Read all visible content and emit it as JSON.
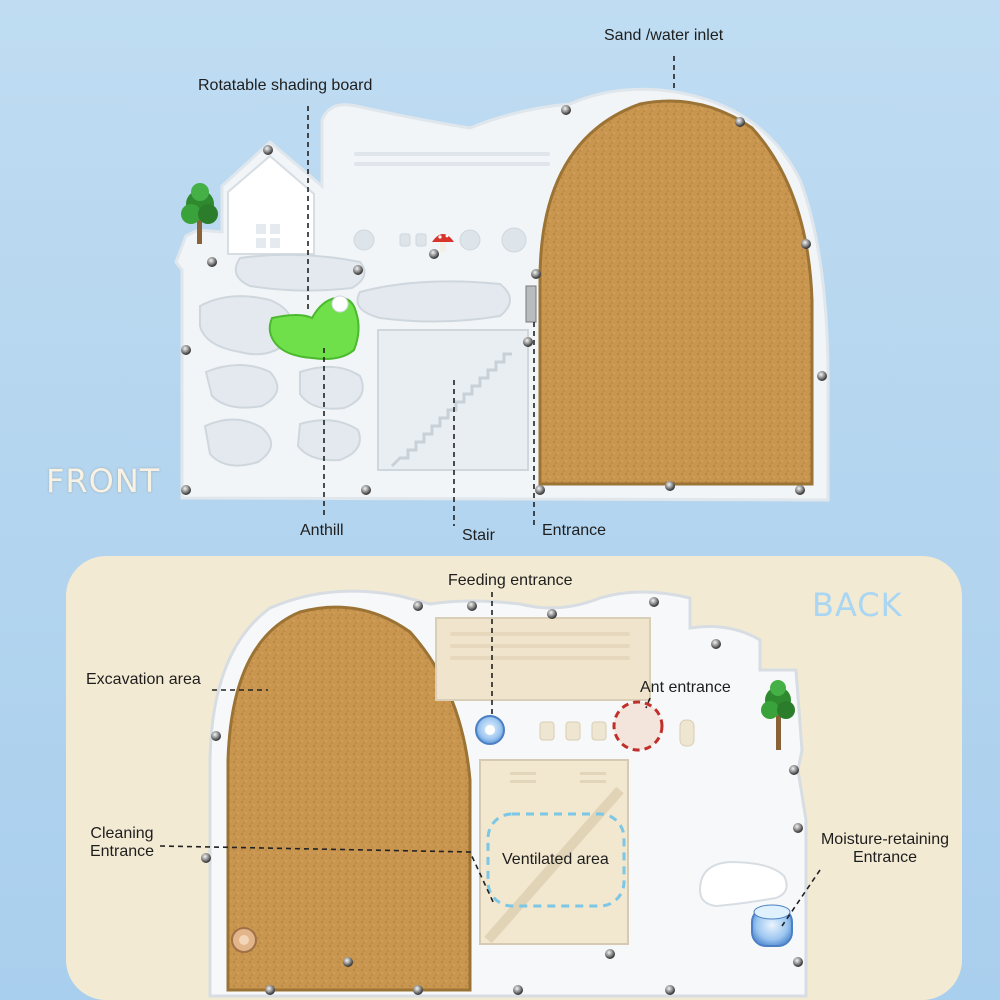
{
  "front": {
    "side_label": "FRONT",
    "callouts": {
      "sand_inlet": "Sand /water inlet",
      "shading_board": "Rotatable shading board",
      "anthill": "Anthill",
      "stair": "Stair",
      "entrance": "Entrance"
    }
  },
  "back": {
    "side_label": "BACK",
    "callouts": {
      "feeding_entrance": "Feeding entrance",
      "excavation_area": "Excavation area",
      "ant_entrance": "Ant entrance",
      "cleaning_line1": "Cleaning",
      "cleaning_line2": "Entrance",
      "ventilated_area": "Ventilated area",
      "moisture_line1": "Moisture-retaining",
      "moisture_line2": "Entrance"
    }
  },
  "colors": {
    "background_blue": "#b4d5ef",
    "back_panel_cream": "#f3ead3",
    "sand": "#c9964f",
    "acrylic": "#f2f5f7",
    "shading_board_green": "#6fe04a",
    "ventilated_outline": "#7cc6e6",
    "ant_entrance_circle": "#c0302a"
  }
}
